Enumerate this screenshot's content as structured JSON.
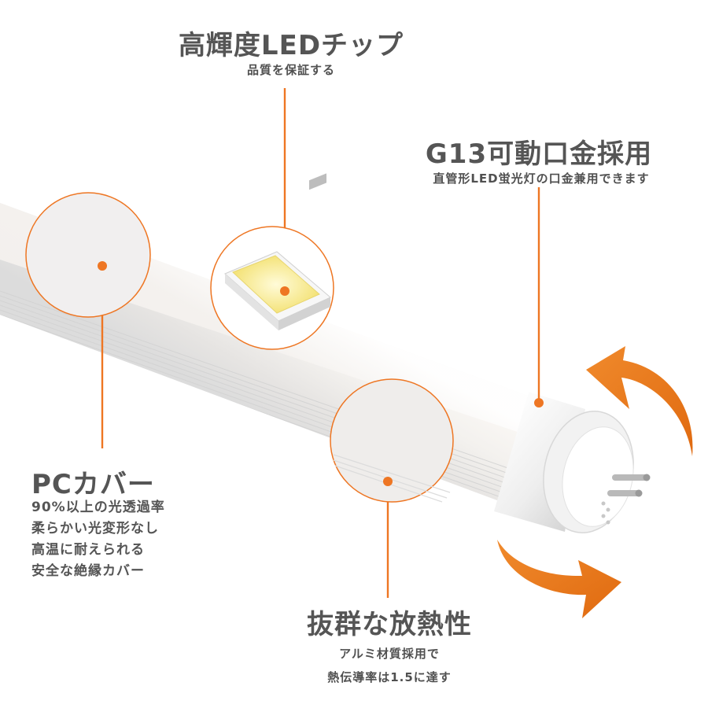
{
  "colors": {
    "accent": "#EE7623",
    "text": "#555555",
    "background": "#FFFFFF"
  },
  "callouts": {
    "led_chip": {
      "title": "高輝度LEDチップ",
      "subtitle": "品質を保証する"
    },
    "g13_base": {
      "title": "G13可動口金採用",
      "subtitle": "直管形LED蛍光灯の口金兼用できます"
    },
    "pc_cover": {
      "title": "PCカバー",
      "lines": [
        "90%以上の光透過率",
        "柔らかい光変形なし",
        "高温に耐えられる",
        "安全な絶縁カバー"
      ]
    },
    "heat": {
      "title": "抜群な放熱性",
      "lines": [
        "アルミ材質採用で",
        "熱伝導率は1.5に達す"
      ]
    }
  },
  "icons": [
    "rotate-arrow-top-icon",
    "rotate-arrow-bottom-icon"
  ]
}
